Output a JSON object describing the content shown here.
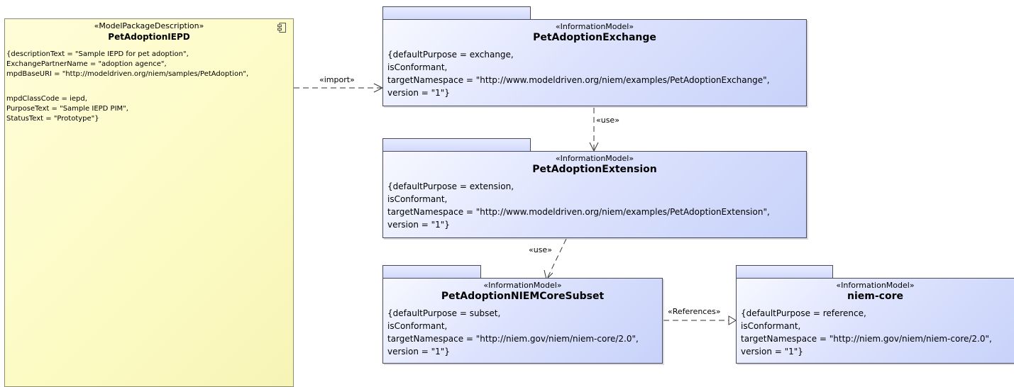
{
  "mpd": {
    "stereotype": "«ModelPackageDescription»",
    "name": "PetAdoptionIEPD",
    "lines": [
      "{descriptionText = \"Sample IEPD for pet adoption\",",
      "ExchangePartnerName = \"adoption agence\",",
      "mpdBaseURI = \"http://modeldriven.org/niem/samples/PetAdoption\",",
      "mpdClassCode = iepd,",
      "PurposeText = \"Sample IEPD PIM\",",
      "StatusText = \"Prototype\"}"
    ]
  },
  "packages": {
    "exchange": {
      "stereotype": "«InformationModel»",
      "name": "PetAdoptionExchange",
      "lines": [
        "{defaultPurpose = exchange,",
        "isConformant,",
        "targetNamespace = \"http://www.modeldriven.org/niem/examples/PetAdoptionExchange\",",
        "version = \"1\"}"
      ]
    },
    "extension": {
      "stereotype": "«InformationModel»",
      "name": "PetAdoptionExtension",
      "lines": [
        "{defaultPurpose = extension,",
        "isConformant,",
        "targetNamespace = \"http://www.modeldriven.org/niem/examples/PetAdoptionExtension\",",
        "version = \"1\"}"
      ]
    },
    "subset": {
      "stereotype": "«InformationModel»",
      "name": "PetAdoptionNIEMCoreSubset",
      "lines": [
        "{defaultPurpose = subset,",
        "isConformant,",
        "targetNamespace = \"http://niem.gov/niem/niem-core/2.0\",",
        "version = \"1\"}"
      ]
    },
    "core": {
      "stereotype": "«InformationModel»",
      "name": "niem-core",
      "lines": [
        "{defaultPurpose = reference,",
        "isConformant,",
        "targetNamespace = \"http://niem.gov/niem/niem-core/2.0\",",
        "version = \"1\"}"
      ]
    }
  },
  "connectors": {
    "import_label": "«import»",
    "use1_label": "«use»",
    "use2_label": "«use»",
    "references_label": "«References»"
  },
  "colors": {
    "package_fill": "#d3dbfb",
    "mpd_fill": "#fcfbc4",
    "line": "#4a4a5e"
  }
}
